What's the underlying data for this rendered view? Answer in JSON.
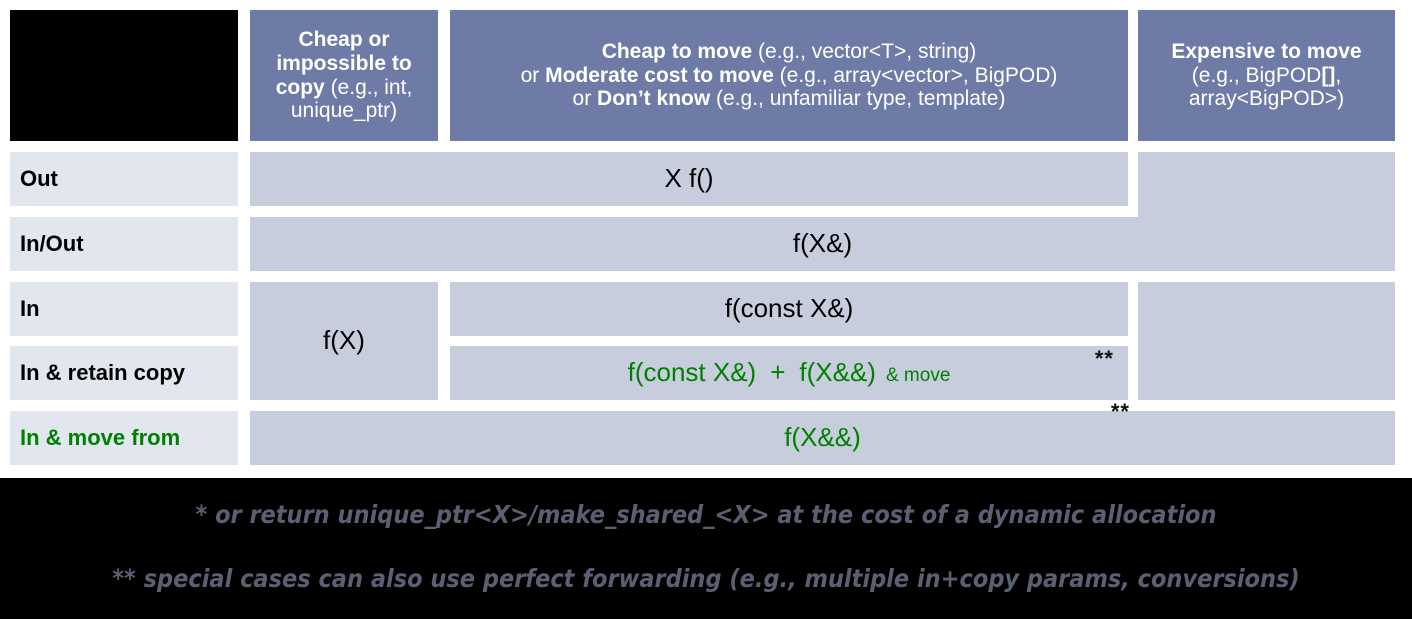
{
  "title": "C++ Parameter Passing Guidance Table",
  "colors": {
    "header_blue": "#6e7ba6",
    "cell_fill": "#c7cddd",
    "label_fill": "#e2e6ef",
    "green": "#008000",
    "footnote_gray": "#5b5f72",
    "background_black": "#000000"
  },
  "header": {
    "corner": "",
    "col1": {
      "line1_bold": "Cheap or",
      "line2_bold": "impossible to",
      "line3_bold": "copy",
      "line3_rest": " (e.g., int,",
      "line4_rest": "unique_ptr)"
    },
    "col2": {
      "l1_bold": "Cheap to move",
      "l1_rest": " (e.g., vector<T>, string)",
      "l2_pre": "or ",
      "l2_bold": "Moderate cost to move",
      "l2_rest": " (e.g., array<vector>, BigPOD)",
      "l3_pre": "or ",
      "l3_bold": "Don’t know",
      "l3_rest": " (e.g., unfamiliar type, template)"
    },
    "col3": {
      "l1_bold": "Expensive to move",
      "l2_rest": "(e.g., BigPOD",
      "l2_bold": "[]",
      "l2_tail": ",",
      "l3_rest": "array<BigPOD>)"
    }
  },
  "rows": [
    {
      "label": "Out",
      "label_green": false
    },
    {
      "label": "In/Out",
      "label_green": false
    },
    {
      "label": "In",
      "label_green": false
    },
    {
      "label": "In & retain copy",
      "label_green": false
    },
    {
      "label": "In & move from",
      "label_green": true
    }
  ],
  "cells": {
    "out_main": "X f()",
    "out_right": "",
    "inout_main": "f(X&)",
    "in_left": "f(X)",
    "in_main": "f(const X&)",
    "in_right": "",
    "retain_main_a": "f(const X&)",
    "retain_plus": "+",
    "retain_main_b": "f(X&&)",
    "retain_main_c": "& move",
    "retain_mark": "**",
    "retain_right": "",
    "movefrom_main": "f(X&&)",
    "movefrom_mark": "**"
  },
  "footnotes": {
    "one": "* or return unique_ptr<X>/make_shared_<X> at the cost of a dynamic allocation",
    "two": "** special cases can also use perfect forwarding (e.g., multiple in+copy params, conversions)"
  }
}
